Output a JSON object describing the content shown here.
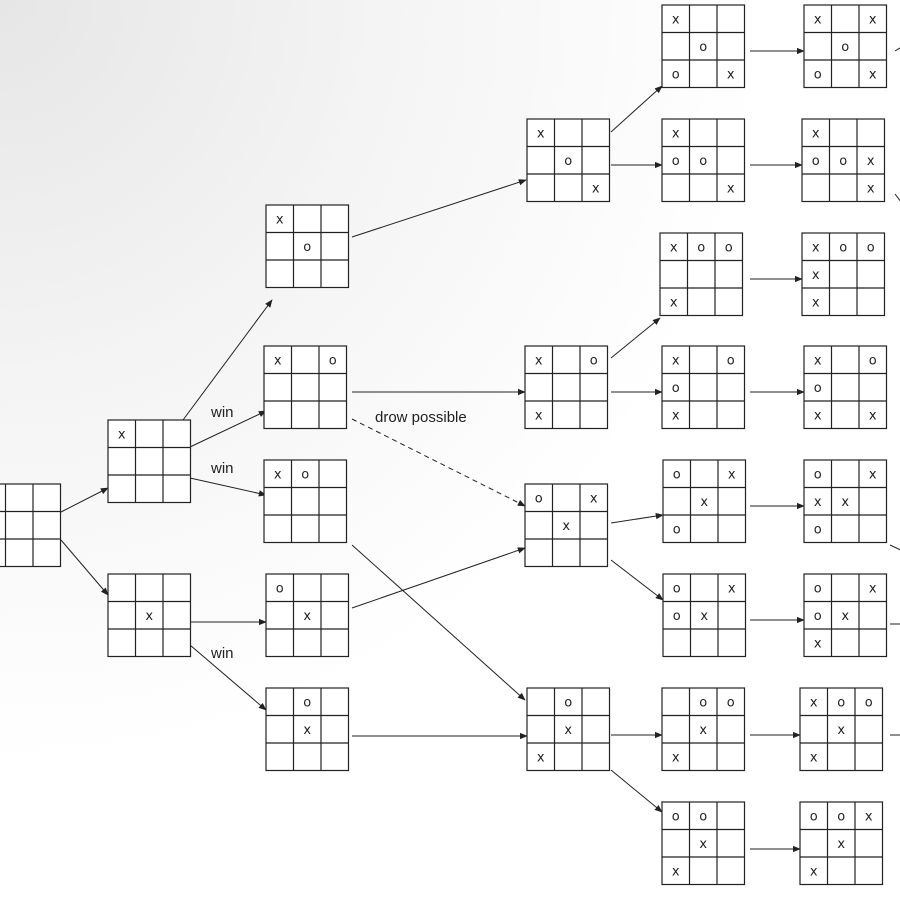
{
  "labels": [
    "win",
    "win",
    "drow possible",
    "win"
  ],
  "boards": [
    {
      "id": "r0",
      "cells": [
        "",
        "",
        "",
        "",
        "",
        "",
        "",
        "",
        ""
      ]
    },
    {
      "id": "a1",
      "cells": [
        "x",
        "",
        "",
        "",
        "",
        "",
        "",
        "",
        ""
      ]
    },
    {
      "id": "a2",
      "cells": [
        "",
        "",
        "",
        "",
        "x",
        "",
        "",
        "",
        ""
      ]
    },
    {
      "id": "b1",
      "cells": [
        "x",
        "",
        "",
        "",
        "o",
        "",
        "",
        "",
        ""
      ]
    },
    {
      "id": "b2",
      "cells": [
        "x",
        "",
        "o",
        "",
        "",
        "",
        "",
        "",
        ""
      ]
    },
    {
      "id": "b3",
      "cells": [
        "x",
        "o",
        "",
        "",
        "",
        "",
        "",
        "",
        ""
      ]
    },
    {
      "id": "b4",
      "cells": [
        "o",
        "",
        "",
        "",
        "x",
        "",
        "",
        "",
        ""
      ]
    },
    {
      "id": "b5",
      "cells": [
        "",
        "o",
        "",
        "",
        "x",
        "",
        "",
        "",
        ""
      ]
    },
    {
      "id": "c1",
      "cells": [
        "x",
        "",
        "",
        "",
        "o",
        "",
        "",
        "",
        "x"
      ]
    },
    {
      "id": "c2",
      "cells": [
        "x",
        "",
        "o",
        "",
        "",
        "",
        "x",
        "",
        ""
      ]
    },
    {
      "id": "c3",
      "cells": [
        "o",
        "",
        "x",
        "",
        "x",
        "",
        "",
        "",
        ""
      ]
    },
    {
      "id": "c4",
      "cells": [
        "",
        "o",
        "",
        "",
        "x",
        "",
        "x",
        "",
        ""
      ]
    },
    {
      "id": "d1",
      "cells": [
        "x",
        "",
        "",
        "",
        "o",
        "",
        "o",
        "",
        "x"
      ]
    },
    {
      "id": "d2",
      "cells": [
        "x",
        "",
        "",
        "o",
        "o",
        "",
        "",
        "",
        "x"
      ]
    },
    {
      "id": "d3",
      "cells": [
        "x",
        "o",
        "o",
        "",
        "",
        "",
        "x",
        "",
        ""
      ]
    },
    {
      "id": "d4",
      "cells": [
        "x",
        "",
        "o",
        "o",
        "",
        "",
        "x",
        "",
        ""
      ]
    },
    {
      "id": "d5",
      "cells": [
        "o",
        "",
        "x",
        "",
        "x",
        "",
        "o",
        "",
        ""
      ]
    },
    {
      "id": "d6",
      "cells": [
        "o",
        "",
        "x",
        "o",
        "x",
        "",
        "",
        "",
        ""
      ]
    },
    {
      "id": "d7",
      "cells": [
        "",
        "o",
        "o",
        "",
        "x",
        "",
        "x",
        "",
        ""
      ]
    },
    {
      "id": "d8",
      "cells": [
        "o",
        "o",
        "",
        "",
        "x",
        "",
        "x",
        "",
        ""
      ]
    },
    {
      "id": "e1",
      "cells": [
        "x",
        "",
        "x",
        "",
        "o",
        "",
        "o",
        "",
        "x"
      ]
    },
    {
      "id": "e2",
      "cells": [
        "x",
        "",
        "",
        "o",
        "o",
        "x",
        "",
        "",
        "x"
      ]
    },
    {
      "id": "e3",
      "cells": [
        "x",
        "o",
        "o",
        "x",
        "",
        "",
        "x",
        "",
        ""
      ]
    },
    {
      "id": "e4",
      "cells": [
        "x",
        "",
        "o",
        "o",
        "",
        "",
        "x",
        "",
        "x"
      ]
    },
    {
      "id": "e5",
      "cells": [
        "o",
        "",
        "x",
        "x",
        "x",
        "",
        "o",
        "",
        ""
      ]
    },
    {
      "id": "e6",
      "cells": [
        "o",
        "",
        "x",
        "o",
        "x",
        "",
        "x",
        "",
        ""
      ]
    },
    {
      "id": "e7",
      "cells": [
        "x",
        "o",
        "o",
        "",
        "x",
        "",
        "x",
        "",
        ""
      ]
    },
    {
      "id": "e8",
      "cells": [
        "o",
        "o",
        "x",
        "",
        "x",
        "",
        "x",
        "",
        ""
      ]
    }
  ]
}
